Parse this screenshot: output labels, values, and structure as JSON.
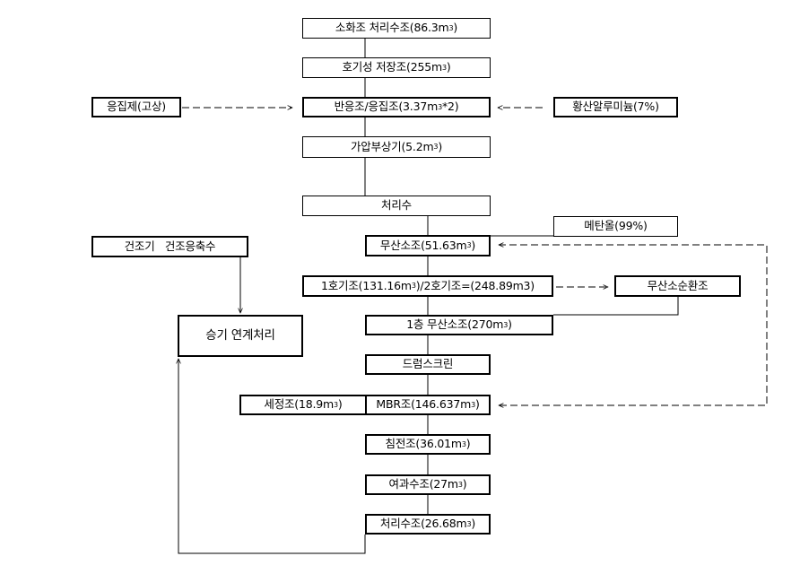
{
  "nodes": {
    "sodium_tank": {
      "label": "소화조 처리수조(86.3m",
      "sup": "3",
      "suffix": ")"
    },
    "aerobic_storage": {
      "label": "호기성 저장조(255m",
      "sup": "3",
      "suffix": ")"
    },
    "coagulant": {
      "label": "응집제(고상)",
      "sup": "",
      "suffix": ""
    },
    "reaction_tank": {
      "label": "반응조/응집조(3.37m",
      "sup": "3",
      "suffix": "*2)"
    },
    "alum": {
      "label": "황산알루미늄(7%)",
      "sup": "",
      "suffix": ""
    },
    "pressure_flotation": {
      "label": "가압부상기(5.2m",
      "sup": "3",
      "suffix": ")"
    },
    "treated_water": {
      "label": "처리수",
      "sup": "",
      "suffix": ""
    },
    "methanol": {
      "label": "메탄올(99%)",
      "sup": "",
      "suffix": ""
    },
    "dryer": {
      "label": "건조기   건조응축수",
      "sup": "",
      "suffix": ""
    },
    "anoxic_tank": {
      "label": "무산소조(51.63m",
      "sup": "3",
      "suffix": ")"
    },
    "aerobic_tanks": {
      "label": "1호기조(131.16m",
      "sup": "3",
      "suffix": ")/2호기조=(248.89m3)"
    },
    "anoxic_recirculation": {
      "label": "무산소순환조",
      "sup": "",
      "suffix": ""
    },
    "linked_treatment": {
      "label": "승기 연계처리",
      "sup": "",
      "suffix": ""
    },
    "first_anoxic": {
      "label": "1층 무산소조(270m",
      "sup": "3",
      "suffix": ")"
    },
    "drum_screen": {
      "label": "드럼스크린",
      "sup": "",
      "suffix": ""
    },
    "cleaning_tank": {
      "label": "세정조(18.9m",
      "sup": "3",
      "suffix": ")"
    },
    "mbr_tank": {
      "label": "MBR조(146.637m",
      "sup": "3",
      "suffix": ")"
    },
    "settling_tank": {
      "label": "침전조(36.01m",
      "sup": "3",
      "suffix": ")"
    },
    "filter_tank": {
      "label": "여과수조(27m",
      "sup": "3",
      "suffix": ")"
    },
    "final_tank": {
      "label": "처리수조(26.68m",
      "sup": "3",
      "suffix": ")"
    }
  }
}
